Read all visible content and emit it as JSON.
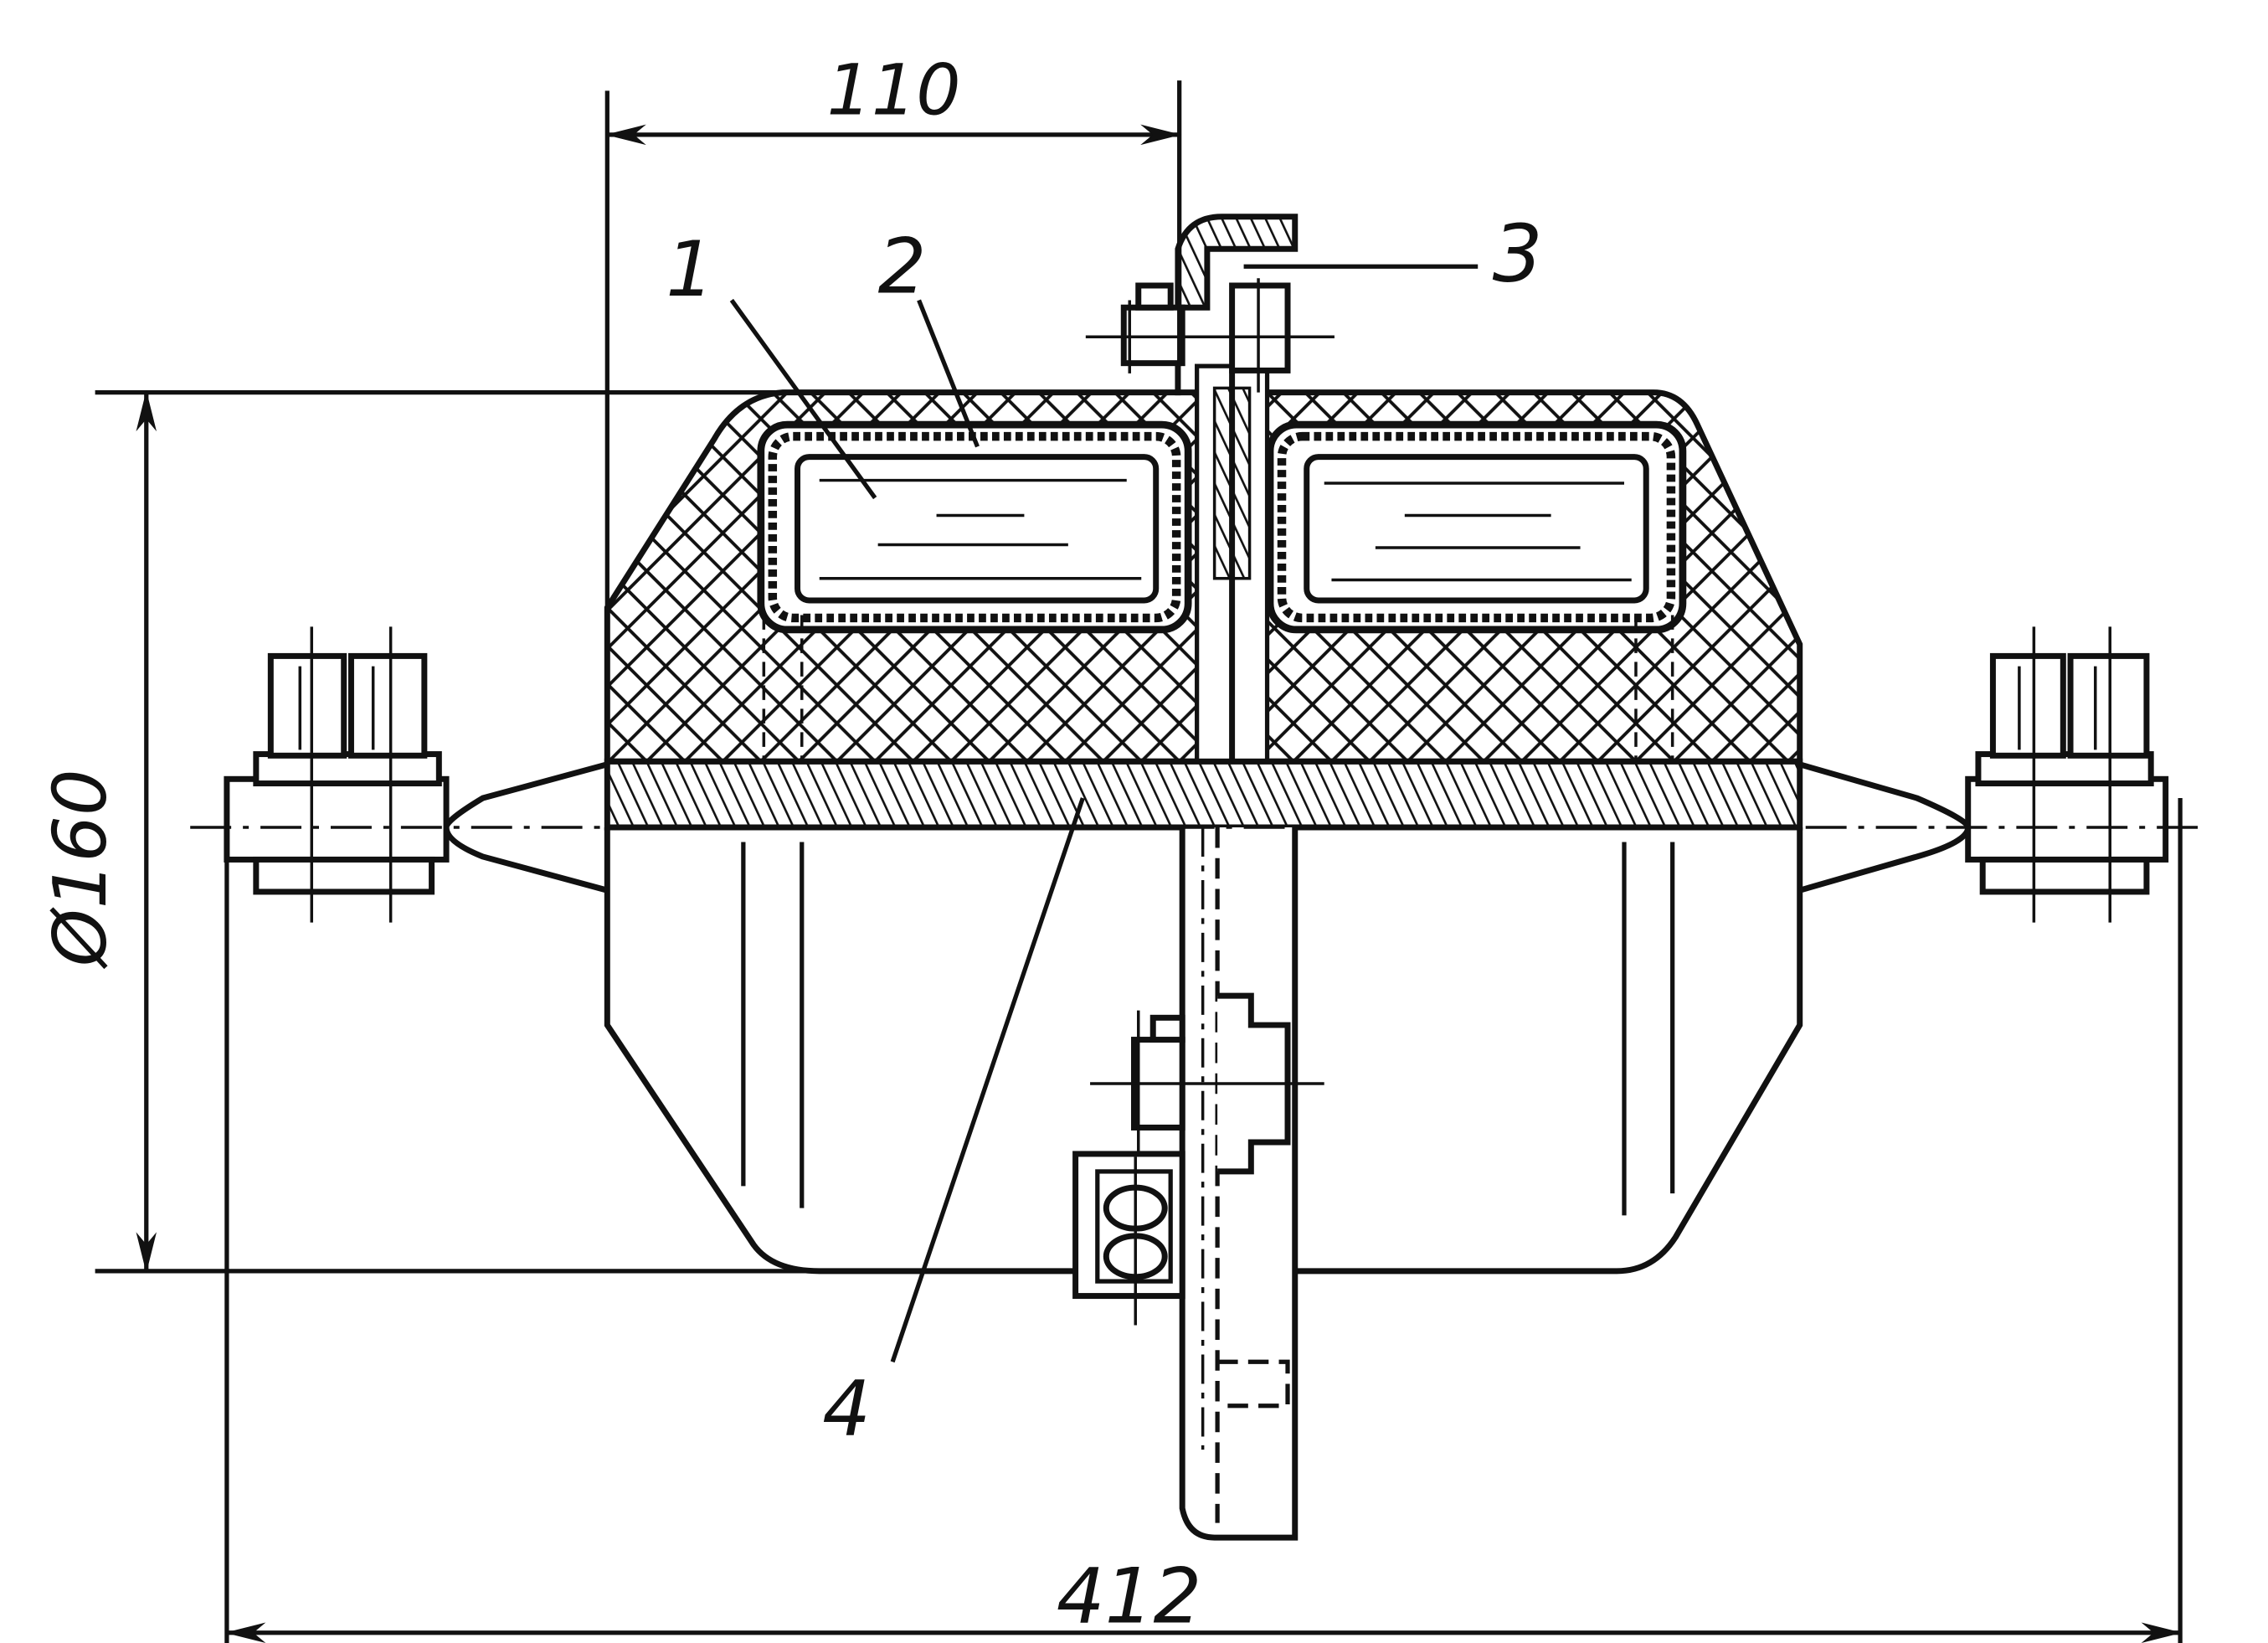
{
  "dimensions": {
    "top_width": "110",
    "diameter": "Ø160",
    "overall_length": "412"
  },
  "callouts": {
    "item_1": "1",
    "item_2": "2",
    "item_3": "3",
    "item_4": "4"
  },
  "colors": {
    "ink": "#111111",
    "paper": "#ffffff"
  }
}
